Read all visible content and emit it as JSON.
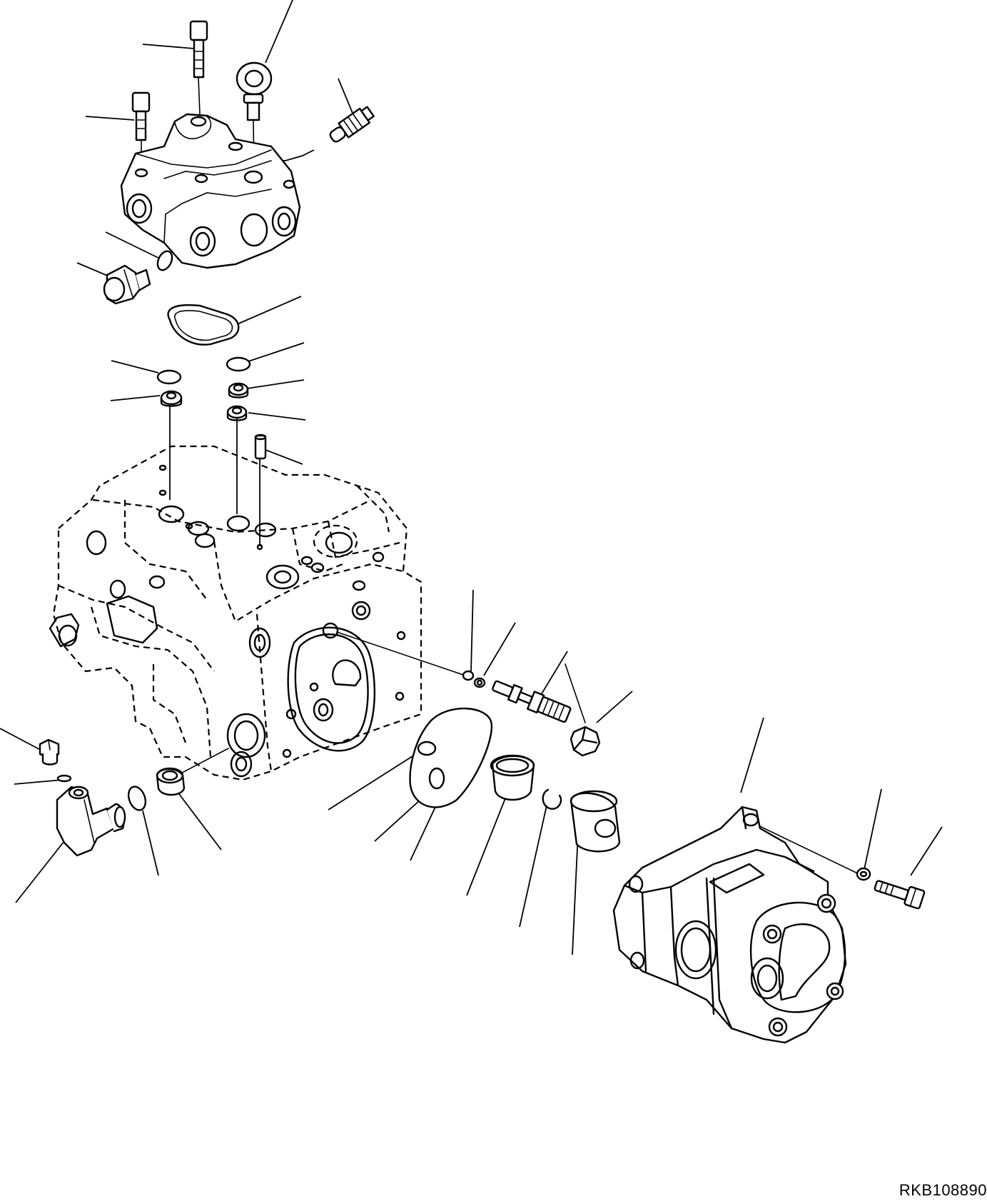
{
  "figure": {
    "drawing_code": "RKB108890"
  },
  "parts": [
    {
      "name": "pump-control-valve-block",
      "role": "upper-valve-assembly"
    },
    {
      "name": "main-pump-body",
      "role": "main-housing"
    },
    {
      "name": "gear-pump",
      "role": "rear-pump-assembly"
    }
  ]
}
